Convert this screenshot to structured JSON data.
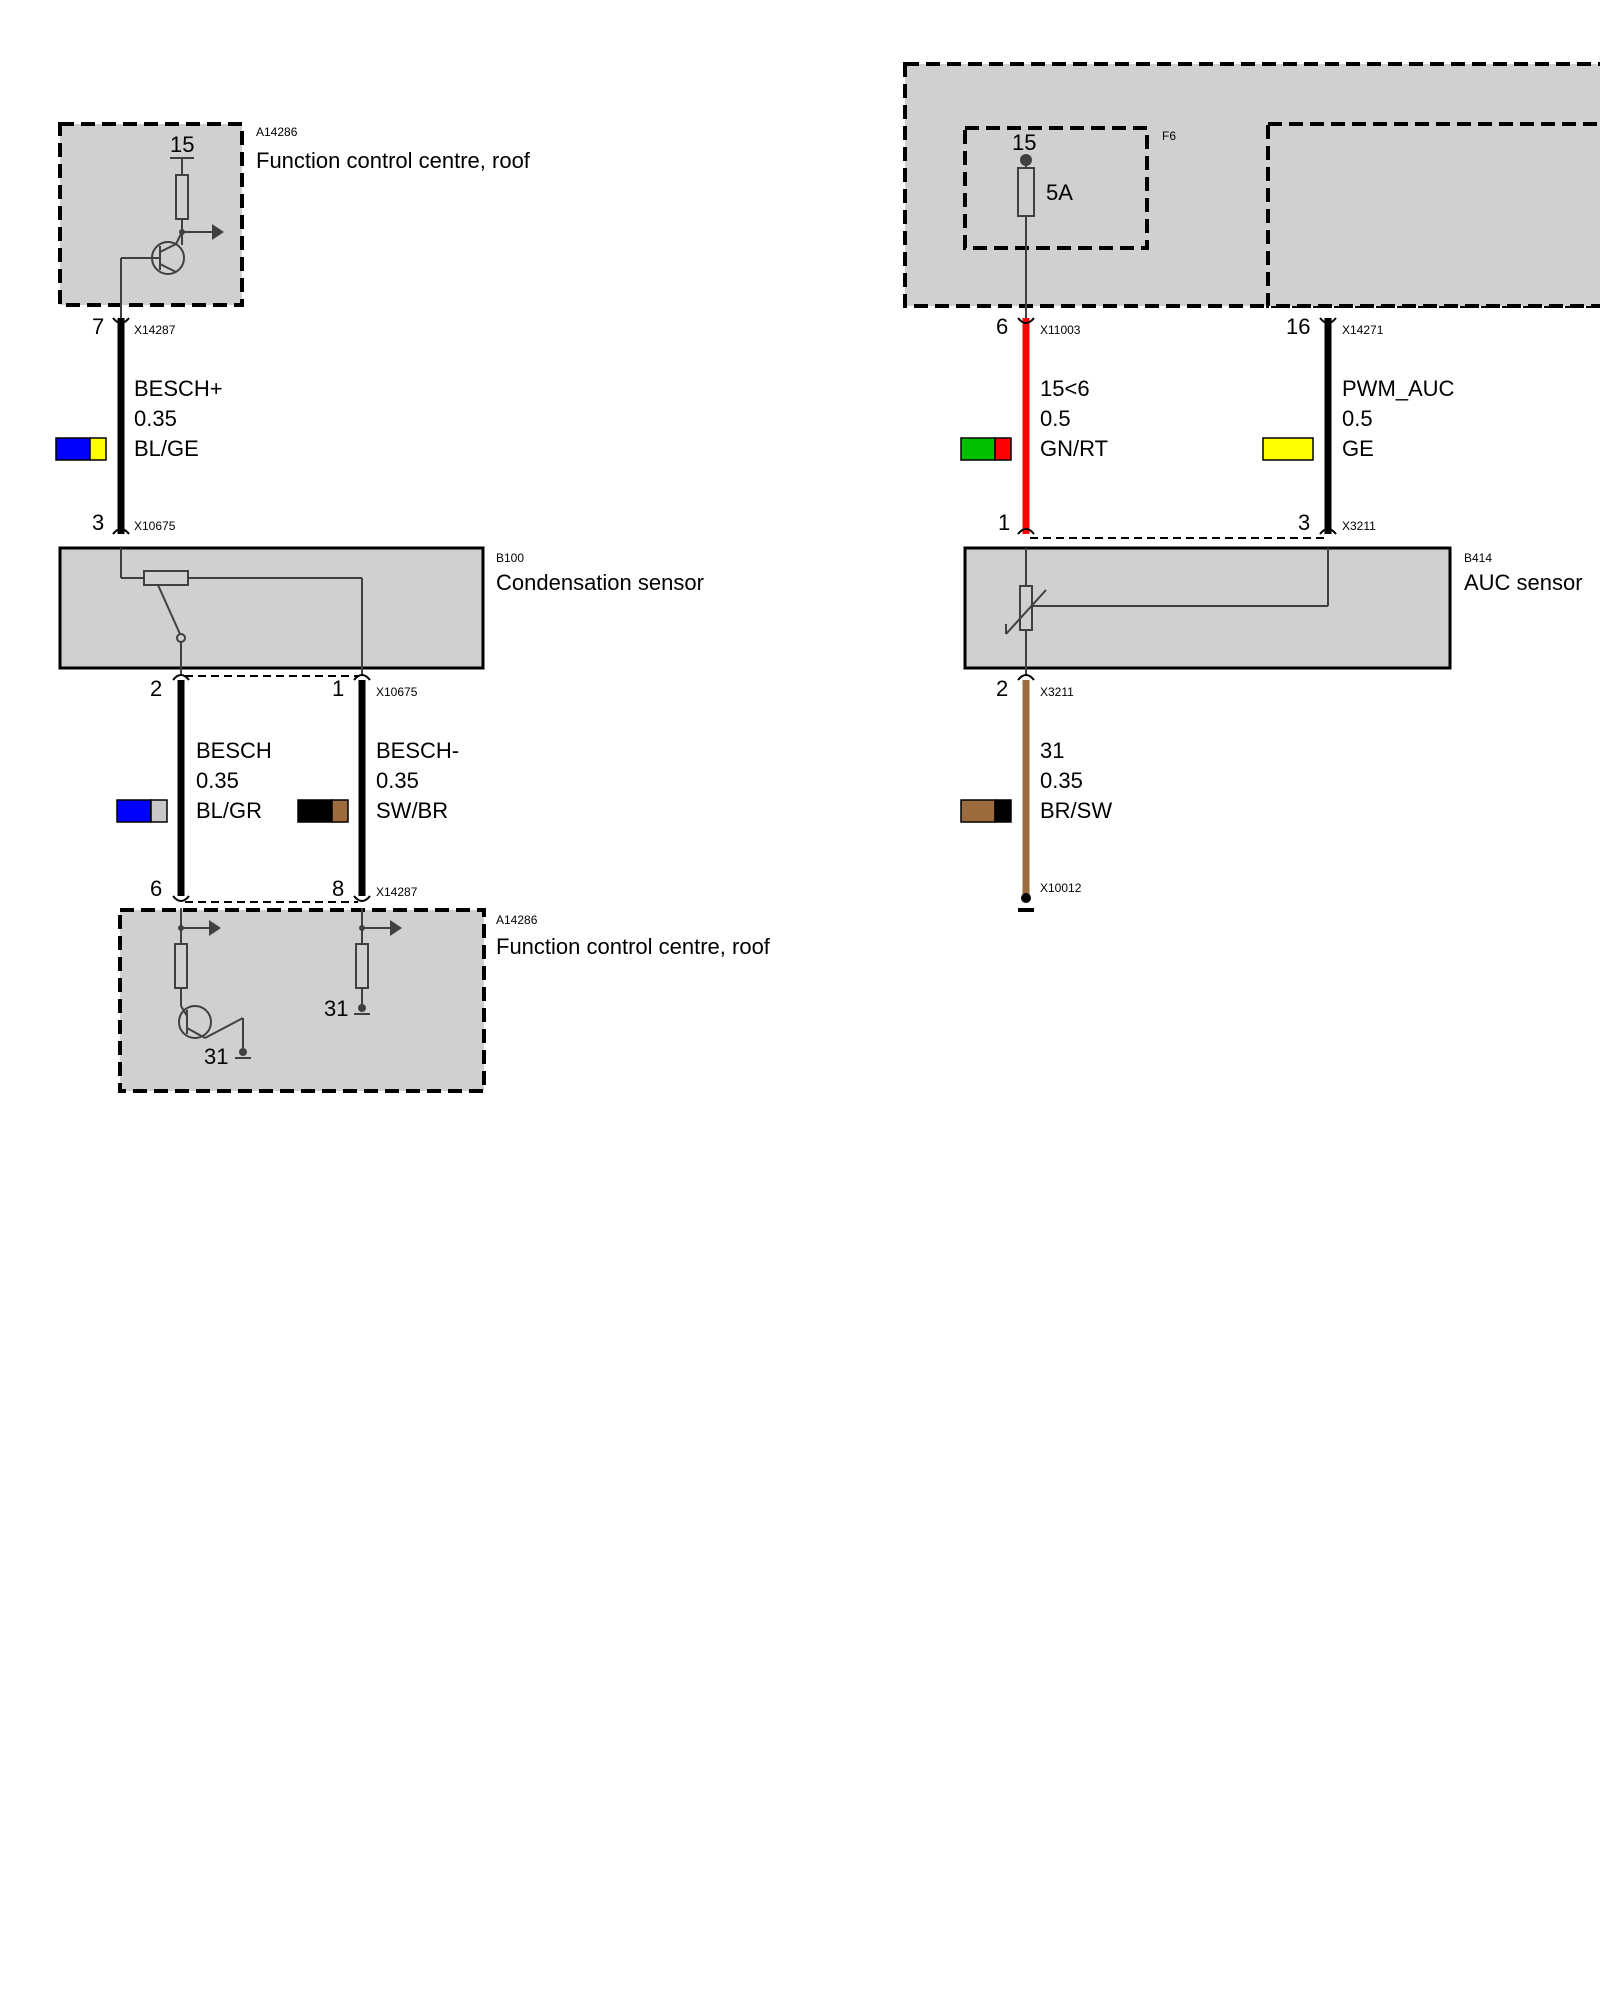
{
  "colors": {
    "box_fill": "#d0d0d0",
    "wire_black": "#000000",
    "wire_red": "#ff0000",
    "wire_brown": "#9c6b3e",
    "swatch_blue": "#0000ff",
    "swatch_yellow": "#ffff00",
    "swatch_green": "#00c000",
    "swatch_red": "#ff0000",
    "swatch_grey": "#c8c8c8",
    "swatch_black": "#000000",
    "swatch_brown": "#9c6b3e"
  },
  "components": {
    "fcc_top": {
      "code": "A14286",
      "name": "Function control centre, roof",
      "terminal": "15"
    },
    "condensation": {
      "code": "B100",
      "name": "Condensation sensor"
    },
    "fcc_bottom": {
      "code": "A14286",
      "name": "Function control centre, roof",
      "ground_left": "31",
      "ground_right": "31"
    },
    "fuse_box": {
      "code": "F6",
      "terminal": "15",
      "rating": "5A"
    },
    "auc": {
      "code": "B414",
      "name": "AUC sensor"
    }
  },
  "wires": {
    "w1": {
      "signal": "BESCH+",
      "gauge": "0.35",
      "color": "BL/GE",
      "top_pin": "7",
      "top_conn": "X14287",
      "bottom_pin": "3",
      "bottom_conn": "X10675"
    },
    "w2": {
      "signal": "BESCH",
      "gauge": "0.35",
      "color": "BL/GR",
      "top_pin": "2",
      "bottom_pin": "6"
    },
    "w3": {
      "signal": "BESCH-",
      "gauge": "0.35",
      "color": "SW/BR",
      "top_pin": "1",
      "top_conn": "X10675",
      "bottom_pin": "8",
      "bottom_conn": "X14287"
    },
    "w4": {
      "signal": "15<6",
      "gauge": "0.5",
      "color": "GN/RT",
      "top_pin": "6",
      "top_conn": "X11003",
      "bottom_pin": "1"
    },
    "w5": {
      "signal": "PWM_AUC",
      "gauge": "0.5",
      "color": "GE",
      "top_pin": "16",
      "top_conn": "X14271",
      "bottom_pin": "3",
      "bottom_conn": "X3211"
    },
    "w6": {
      "signal": "31",
      "gauge": "0.35",
      "color": "BR/SW",
      "top_pin": "2",
      "top_conn": "X3211",
      "ground_conn": "X10012"
    }
  }
}
